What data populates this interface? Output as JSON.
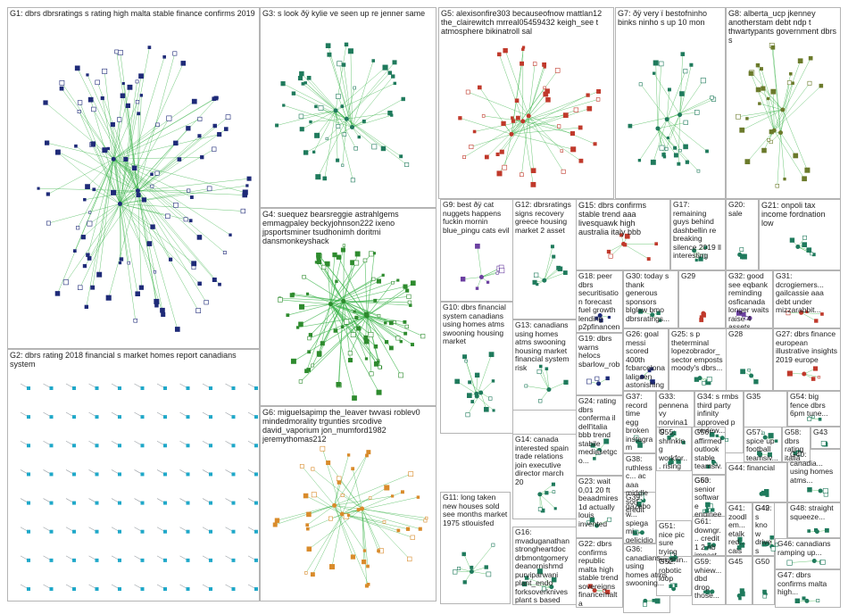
{
  "colors": {
    "edge_green": "#3cb44b",
    "edge_gray": "#9aa0a6",
    "node_navy": "#1e2a78",
    "node_blue": "#2b6cb0",
    "node_cyan": "#1fa8c9",
    "node_teal": "#1f7a5c",
    "node_red": "#c0392b",
    "node_orange": "#d98b2b",
    "node_purple": "#6b3fa0",
    "border": "#b4b4b4"
  },
  "groups": [
    {
      "id": "G1",
      "label": "G1: dbrs dbrsratings s rating high malta stable finance confirms 2019",
      "icon": "navy-square-icon"
    },
    {
      "id": "G2",
      "label": "G2: dbrs rating 2018 financial s market homes report canadians system",
      "icon": "cyan-square-icon"
    },
    {
      "id": "G3",
      "label": "G3: s look ðÿ kylie ve seen up re jenner same",
      "icon": "teal-square-icon"
    },
    {
      "id": "G4",
      "label": "G4: suequez bearsreggie astrahlgems emmagpaley beckyjohnson222 ixeno jpsportsminer tsudhonimh doritmi dansmonkeyshack",
      "icon": "green-square-icon"
    },
    {
      "id": "G5",
      "label": "G5: alexisonfire303 becauseofnow mattlan12 the_clairewitch mrreal05459432 keigh_see t atmosphere bikinatroll sal",
      "icon": "red-square-icon"
    },
    {
      "id": "G6",
      "label": "G6: miguelsapimp the_leaver twvasi roblev0 mindedmorality trgunties srcodive david_vaporium jon_mumford1982 jeremythomas212",
      "icon": "orange-square-icon"
    },
    {
      "id": "G7",
      "label": "G7: ðÿ very ï bestofninho binks ninho s up 10 mon",
      "icon": "gray-square-icon"
    },
    {
      "id": "G8",
      "label": "G8: alberta_ucp jkenney anotherstam debt ndp t thwartypants government dbrs s",
      "icon": "olive-square-icon"
    },
    {
      "id": "G9",
      "label": "G9: best ðÿ cat nuggets happens fuckin mornin blue_pingu cats evil",
      "icon": "purple-square-icon"
    },
    {
      "id": "G10",
      "label": "G10: dbrs financial system canadians using homes atms swooning housing market",
      "icon": "teal-square-icon"
    },
    {
      "id": "G11",
      "label": "G11: long taken new houses sold see months market 1975 stlouisfed",
      "icon": "gray-square-icon"
    },
    {
      "id": "G12",
      "label": "G12: dbrsratings signs recovery greece housing market 2 asset",
      "icon": "teal-square-icon"
    },
    {
      "id": "G13",
      "label": "G13: canadians using homes atms swooning housing market financial system risk",
      "icon": "teal-square-icon"
    },
    {
      "id": "G14",
      "label": "G14: canada interested spain trade relations join executive director march 20",
      "icon": "gray-square-icon"
    },
    {
      "id": "G15",
      "label": "G15: dbrs confirms stable trend aaa livesquawk high australia italy bbb",
      "icon": "gray-square-icon"
    },
    {
      "id": "G16",
      "label": "G16: mvaduganathan strongheartdoc drbmontgomery deanornishmd purviparwani plant_endo forksoverknives plant s based",
      "icon": "gray-square-icon"
    },
    {
      "id": "G17",
      "label": "G17: remaining guys behind dashbellin re breaking silence 2019 ll interesting",
      "icon": "gray-square-icon"
    },
    {
      "id": "G18",
      "label": "G18: peer dbrs securitisation forecast fuel growth lending p2pfinancenews marketplacele... e",
      "icon": "gray-square-icon"
    },
    {
      "id": "G19",
      "label": "G19: dbrs warns helocs sbarlow_rob",
      "icon": "gray-square-icon"
    },
    {
      "id": "G20",
      "label": "G20: sale",
      "icon": "gray-square-icon"
    },
    {
      "id": "G21",
      "label": "G21: onpoli tax income fordnation low",
      "icon": "gray-square-icon"
    },
    {
      "id": "G22",
      "label": "G22: dbrs confirms republic malta high stable trend sovereigns financemalta",
      "icon": "gray-square-icon"
    },
    {
      "id": "G23",
      "label": "G23: wait 0,01 20 ft beaadmires1d actually louis invented",
      "icon": "gray-square-icon"
    },
    {
      "id": "G24",
      "label": "G24: rating dbrs conferma il dell'italia bbb trend stabile mediasetgco...",
      "icon": "gray-square-icon"
    },
    {
      "id": "G25",
      "label": "G25: s p theterminal lopezobrador_ sector emposts moody's dbrs...",
      "icon": "gray-square-icon"
    },
    {
      "id": "G26",
      "label": "G26: goal messi scored 400th fcbarcelona laligaen astonishing...",
      "icon": "gray-square-icon"
    },
    {
      "id": "G27",
      "label": "G27: dbrs finance european illustrative insights 2019 europe",
      "icon": "gray-square-icon"
    },
    {
      "id": "G28",
      "label": "G28",
      "icon": "gray-square-icon"
    },
    {
      "id": "G29",
      "label": "G29",
      "icon": "gray-square-icon"
    },
    {
      "id": "G30",
      "label": "G30: today s thank generous sponsors blglaw bmo dbrsratings...",
      "icon": "gray-square-icon"
    },
    {
      "id": "G31",
      "label": "G31: dcrogiemers... gailcassie aaa debt under mizzarabbit...",
      "icon": "gray-square-icon"
    },
    {
      "id": "G32",
      "label": "G32: good see eqbank reminding osficanada longer waits raise 4 assets",
      "icon": "gray-square-icon"
    },
    {
      "id": "G33",
      "label": "G33: pennenavy norvina1 ig",
      "icon": "gray-square-icon"
    },
    {
      "id": "G34",
      "label": "G34: s rmbs third party infinity approved p review...",
      "icon": "gray-square-icon"
    },
    {
      "id": "G35",
      "label": "G35",
      "icon": "gray-square-icon"
    },
    {
      "id": "G36",
      "label": "G36: canadians using homes atms swooning...",
      "icon": "gray-square-icon"
    },
    {
      "id": "G37",
      "label": "G37: record time egg broken instagram became...",
      "icon": "gray-square-icon"
    },
    {
      "id": "G38",
      "label": "G38: ruthlessc... ac aaa middle sort credit rating uk...",
      "icon": "gray-square-icon"
    },
    {
      "id": "G39",
      "label": "G39: gazebow... spiegami... gelicidio juniorbak... richard...",
      "icon": "gray-square-icon"
    },
    {
      "id": "G40",
      "label": "G40: canadia... using homes atms...",
      "icon": "gray-square-icon"
    },
    {
      "id": "G41",
      "label": "G41: zoodlem... etalk red... cals enbrid... 000 cash...",
      "icon": "gray-square-icon"
    },
    {
      "id": "G42",
      "label": "G42",
      "icon": "gray-square-icon"
    },
    {
      "id": "G43",
      "label": "G43",
      "icon": "gray-square-icon"
    },
    {
      "id": "G44",
      "label": "G44: financial",
      "icon": "gray-square-icon"
    },
    {
      "id": "G45",
      "label": "G45",
      "icon": "gray-square-icon"
    },
    {
      "id": "G46",
      "label": "G46: canadians ramping up...",
      "icon": "gray-square-icon"
    },
    {
      "id": "G47",
      "label": "G47: dbrs confirms malta high...",
      "icon": "gray-square-icon"
    },
    {
      "id": "G48",
      "label": "G48: straight squeeze...",
      "icon": "gray-square-icon"
    },
    {
      "id": "G49",
      "label": "G49: s know drives team memb...",
      "icon": "gray-square-icon"
    },
    {
      "id": "G50",
      "label": "G50",
      "icon": "gray-square-icon"
    },
    {
      "id": "G51",
      "label": "G51: nice pic sure trying anythin...",
      "icon": "gray-square-icon"
    },
    {
      "id": "G52",
      "label": "G52: robotic loop",
      "icon": "gray-square-icon"
    },
    {
      "id": "G53",
      "label": "G53",
      "icon": "gray-square-icon"
    },
    {
      "id": "G54",
      "label": "G54: big fence dbrs 6pm tune...",
      "icon": "gray-square-icon"
    },
    {
      "id": "G55",
      "label": "G55: shrinking workfor... rising househ...",
      "icon": "gray-square-icon"
    },
    {
      "id": "G56",
      "label": "G56: affirmed outlook stable teamsiv...",
      "icon": "gray-square-icon"
    },
    {
      "id": "G57",
      "label": "G57: spice up football teamsiv...",
      "icon": "gray-square-icon"
    },
    {
      "id": "G58",
      "label": "G58: dbrs rating italia bbb high",
      "icon": "gray-square-icon"
    },
    {
      "id": "G59",
      "label": "G59: whiew... dbd drop those...",
      "icon": "gray-square-icon"
    },
    {
      "id": "G60",
      "label": "G60: senior software engineer dominio...",
      "icon": "gray-square-icon"
    },
    {
      "id": "G61",
      "label": "G61: downgr... credit 1 2 nb impact...",
      "icon": "gray-square-icon"
    }
  ]
}
